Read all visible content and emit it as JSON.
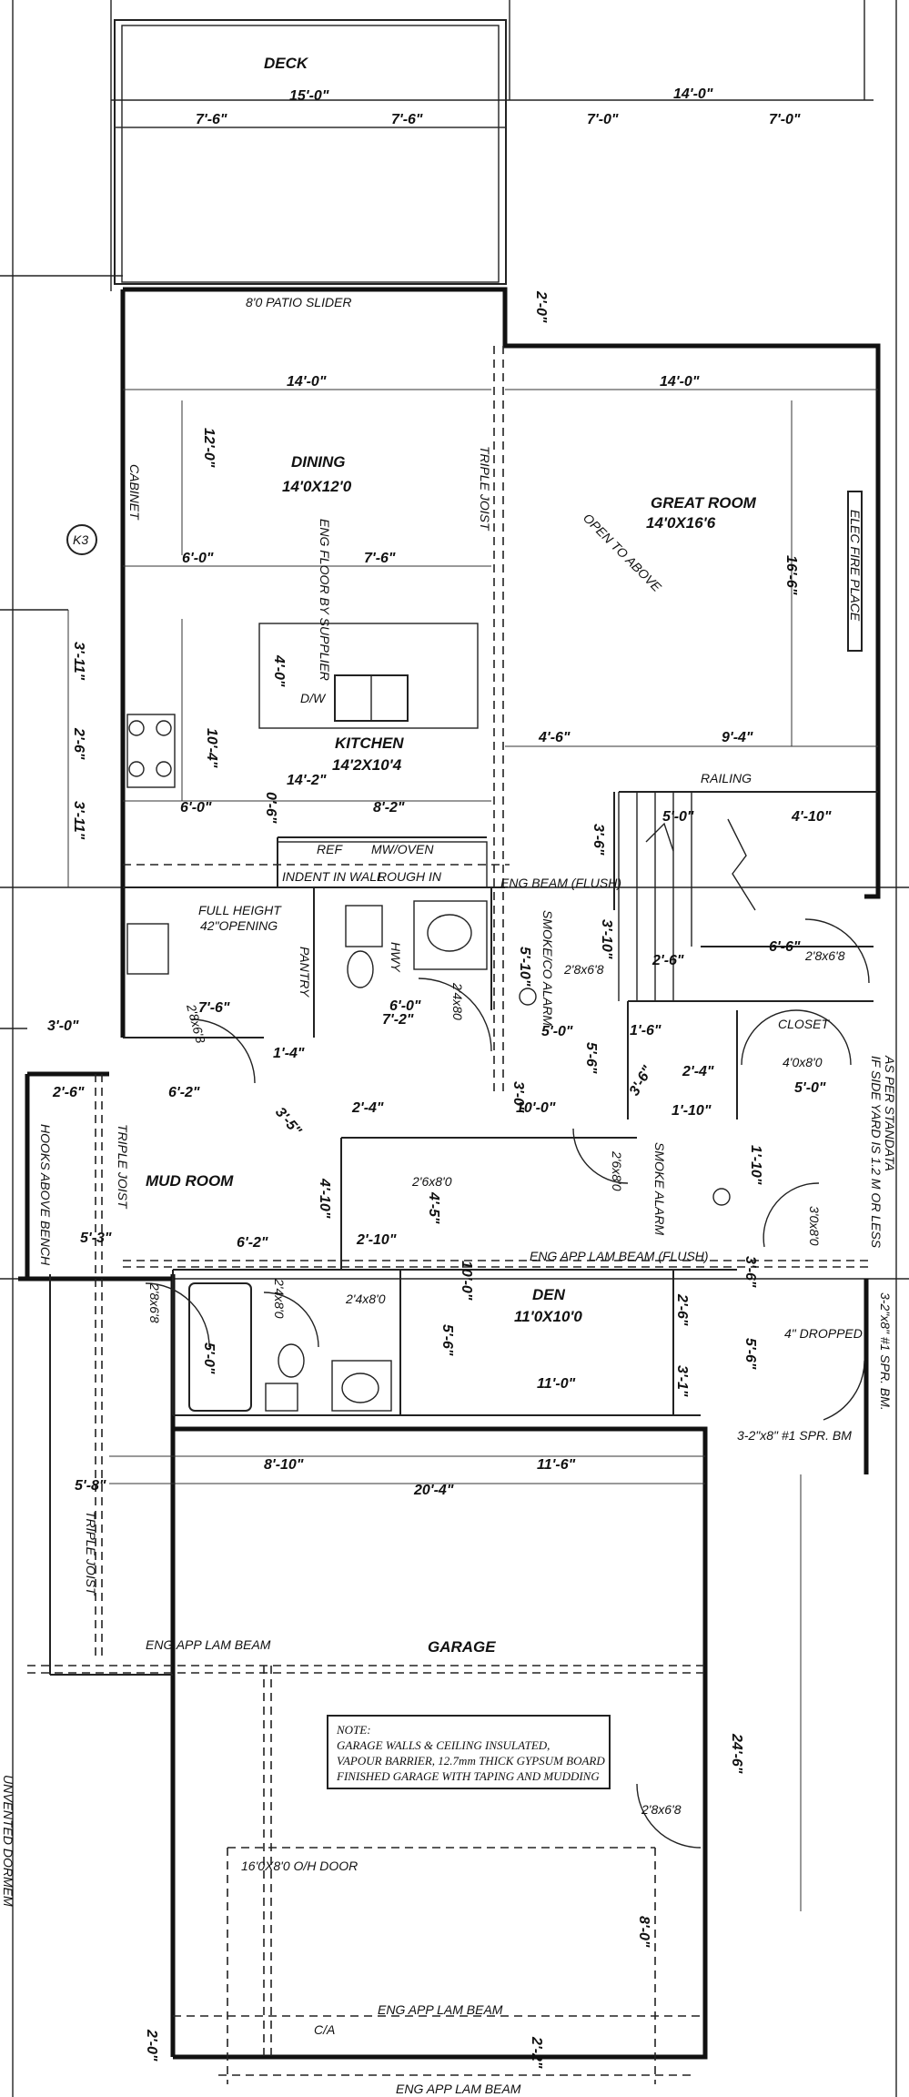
{
  "rooms": {
    "deck": "DECK",
    "dining": "DINING",
    "dining_size": "14'0X12'0",
    "great_room": "GREAT ROOM",
    "great_room_size": "14'0X16'6",
    "kitchen": "KITCHEN",
    "kitchen_size": "14'2X10'4",
    "mud_room": "MUD ROOM",
    "den": "DEN",
    "den_size": "11'0X10'0",
    "garage": "GARAGE",
    "pantry": "PANTRY",
    "closet": "CLOSET",
    "railing": "RAILING"
  },
  "labels": {
    "patio_slider": "8'0 PATIO SLIDER",
    "cabinet": "CABINET",
    "triple_joist_1": "TRIPLE JOIST",
    "open_to_above": "OPEN TO ABOVE",
    "eng_floor": "ENG FLOOR BY SUPPLIER",
    "elec_fireplace": "ELEC FIRE PLACE",
    "dw": "D/W",
    "ref": "REF",
    "mw_oven": "MW/OVEN",
    "indent_in_wall": "INDENT IN WALL",
    "rough_in": "ROUGH IN",
    "eng_beam_flush": "ENG BEAM (FLUSH)",
    "full_height": "FULL HEIGHT",
    "opening_42": "42\"OPENING",
    "smoke_co_alarm": "SMOKE/CO ALARM",
    "hwy": "HWY",
    "hooks_above_bench": "HOOKS ABOVE BENCH",
    "triple_joist_2": "TRIPLE JOIST",
    "smoke_alarm": "SMOKE ALARM",
    "eng_app_lam_beam_flush": "ENG APP LAM BEAM (FLUSH)",
    "dropped_4": "4\" DROPPED",
    "spr_bm_1": "3-2\"x8\" #1 SPR. BM",
    "spr_bm_2": "3-2\"x8\" #1 SPR. BM.",
    "triple_joist_3": "TRIPLE JOIST",
    "eng_app_lam_beam_1": "ENG APP LAM BEAM",
    "garage_door": "16'0X8'0 O/H DOOR",
    "eng_app_lam_beam_2": "ENG APP LAM BEAM",
    "eng_app_lam_beam_3": "ENG APP LAM BEAM",
    "ca": "C/A",
    "side_yard": "AS PER STANDATA",
    "side_yard_2": "IF SIDE YARD IS 1.2 M OR LESS",
    "left_side": "UNVENTED DORMEM"
  },
  "doors": {
    "d1": "2'8x6'8",
    "d2": "2'8x6'8",
    "d3": "2'4x80",
    "d4": "4'0x8'0",
    "d5": "2'6x8'0",
    "d6": "2'6x8'0",
    "d7": "3'0x8'0",
    "d8": "2'4x8'0",
    "d9": "2'4x8'0",
    "d10": "2'8x6'8",
    "d11": "2'8x6'8",
    "d12": "2'8x6'8"
  },
  "note": {
    "line1": "NOTE:",
    "line2": "GARAGE WALLS & CEILING INSULATED,",
    "line3": "VAPOUR BARRIER, 12.7mm THICK GYPSUM BOARD",
    "line4": "FINISHED GARAGE WITH TAPING AND MUDDING"
  },
  "marker": "K3",
  "dimensions": {
    "deck_w": "15'-0\"",
    "deck_a": "7'-6\"",
    "deck_b": "7'-6\"",
    "top_r": "14'-0\"",
    "top_r1": "7'-0\"",
    "top_r2": "7'-0\"",
    "v_2_0_top": "2'-0\"",
    "dining_w": "14'-0\"",
    "great_w": "14'-0\"",
    "v_12": "12'-0\"",
    "v_16_6": "16'-6\"",
    "k_6_0": "6'-0\"",
    "k_7_6": "7'-6\"",
    "v_4_0": "4'-0\"",
    "v_10_4": "10'-4\"",
    "k_14_2": "14'-2\"",
    "k_6_0b": "6'-0\"",
    "k_8_2": "8'-2\"",
    "v_0_6": "0'-6\"",
    "l_3_11a": "3'-11\"",
    "l_2_6": "2'-6\"",
    "l_3_11b": "3'-11\"",
    "s_4_6": "4'-6\"",
    "s_9_4": "9'-4\"",
    "s_5_0": "5'-0\"",
    "s_4_10": "4'-10\"",
    "s_3_6": "3'-6\"",
    "s_3_10": "3'-10\"",
    "s_6_6": "6'-6\"",
    "s_2_6": "2'-6\"",
    "p_5_10": "5'-10\"",
    "p_6_0": "6'-0\"",
    "p_5_0": "5'-0\"",
    "p_7_2": "7'-2\"",
    "p_1_6": "1'-6\"",
    "p_2_4": "2'-4\"",
    "p_3_6": "3'-6\"",
    "p_5_6": "5'-6\"",
    "p_5_0b": "5'-0\"",
    "m_3_0": "3'-0\"",
    "m_7_6": "7'-6\"",
    "m_6_2": "6'-2\"",
    "m_1_4": "1'-4\"",
    "m_2_6": "2'-6\"",
    "m_3_5": "3'-5\"",
    "m_2_4": "2'-4\"",
    "m_3_0b": "3'-0\"",
    "m_10_0": "10'-0\"",
    "m_1_10": "1'-10\"",
    "m_1_10b": "1'-10\"",
    "m_4_10": "4'-10\"",
    "m_2_10": "2'-10\"",
    "m_6_2b": "6'-2\"",
    "m_5_3": "5'-3\"",
    "m_3_6": "3'-6\"",
    "m_4_5": "4'-5\"",
    "d_10_0": "10'-0\"",
    "d_5_6": "5'-6\"",
    "d_11_0": "11'-0\"",
    "d_2_6": "2'-6\"",
    "d_3_1": "3'-1\"",
    "d_5_6b": "5'-6\"",
    "d_5_0": "5'-0\"",
    "g_8_10": "8'-10\"",
    "g_11_6": "11'-6\"",
    "g_20_4": "20'-4\"",
    "g_5_8": "5'-8\"",
    "g_24_6": "24'-6\"",
    "g_8_0": "8'-0\"",
    "g_2_0": "2'-0\"",
    "g_2_2": "2'-2\""
  }
}
